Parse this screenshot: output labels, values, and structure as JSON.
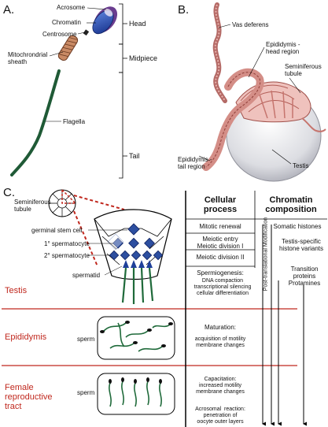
{
  "panels": {
    "a": "A.",
    "b": "B.",
    "c": "C."
  },
  "sperm": {
    "acrosome": "Acrosome",
    "chromatin": "Chromatin",
    "centrosome": "Centrosome",
    "mito_sheath": "Mitochrondrial\nsheath",
    "flagella": "Flagella",
    "head": "Head",
    "midpiece": "Midpiece",
    "tail": "Tail"
  },
  "anatomy": {
    "vas_deferens": "Vas deferens",
    "epididymis_head": "Epididymis -\nhead region",
    "seminiferous_tubule": "Seminiferous\ntubule",
    "epididymis_tail": "Epididymis -\ntail region",
    "testis": "Testis"
  },
  "panel_c": {
    "seminiferous_tubule": "Seminiferous\ntubule",
    "germinal_stem_cell": "germinal stem cell",
    "primary_spermatocyte": "1° spermatocyte",
    "secondary_spermatocyte": "2° spermatocyte",
    "spermatid": "spermatid",
    "sperm_epi": "sperm",
    "sperm_female": "sperm",
    "regions": {
      "testis": "Testis",
      "epididymis": "Epididymis",
      "female": "Female\nreproductive\ntract"
    },
    "headers": {
      "cellular": "Cellular\nprocess",
      "chromatin": "Chromatin\ncomposition"
    },
    "cellular_process": {
      "mitotic": "Mitotic renewal",
      "meiotic_entry": "Meiotic entry\nMeiotic division I",
      "meiotic_ii": "Meiotic division II",
      "spermiogenesis_title": "Spermiogenesis:",
      "spermiogenesis_body": "DNA compaction\ntranscriptional silencing\ncellular differentiation",
      "maturation_title": "Maturation:",
      "maturation_body": "acquisition of motility\nmembrane changes",
      "capacitation_title": "Capacitation:",
      "capacitation_body": "increased motility\nmembrane changes",
      "acrosomal": "Acrosomal  reaction:\npenetration of\noocyte outer layers"
    },
    "chromatin_composition": {
      "somatic": "Somatic histones",
      "testis_specific": "Testis-specific\nhistone variants",
      "transition": "Transition\nproteins",
      "protamines": "Protamines",
      "ptm": "Post-translational Modification"
    }
  },
  "colors": {
    "accent_red": "#c0281e",
    "flagella_green": "#1f5a36",
    "acrosome_purple": "#5a2d7a",
    "chromatin_blue": "#1e3f9a",
    "sheath_brown": "#c98a65"
  }
}
